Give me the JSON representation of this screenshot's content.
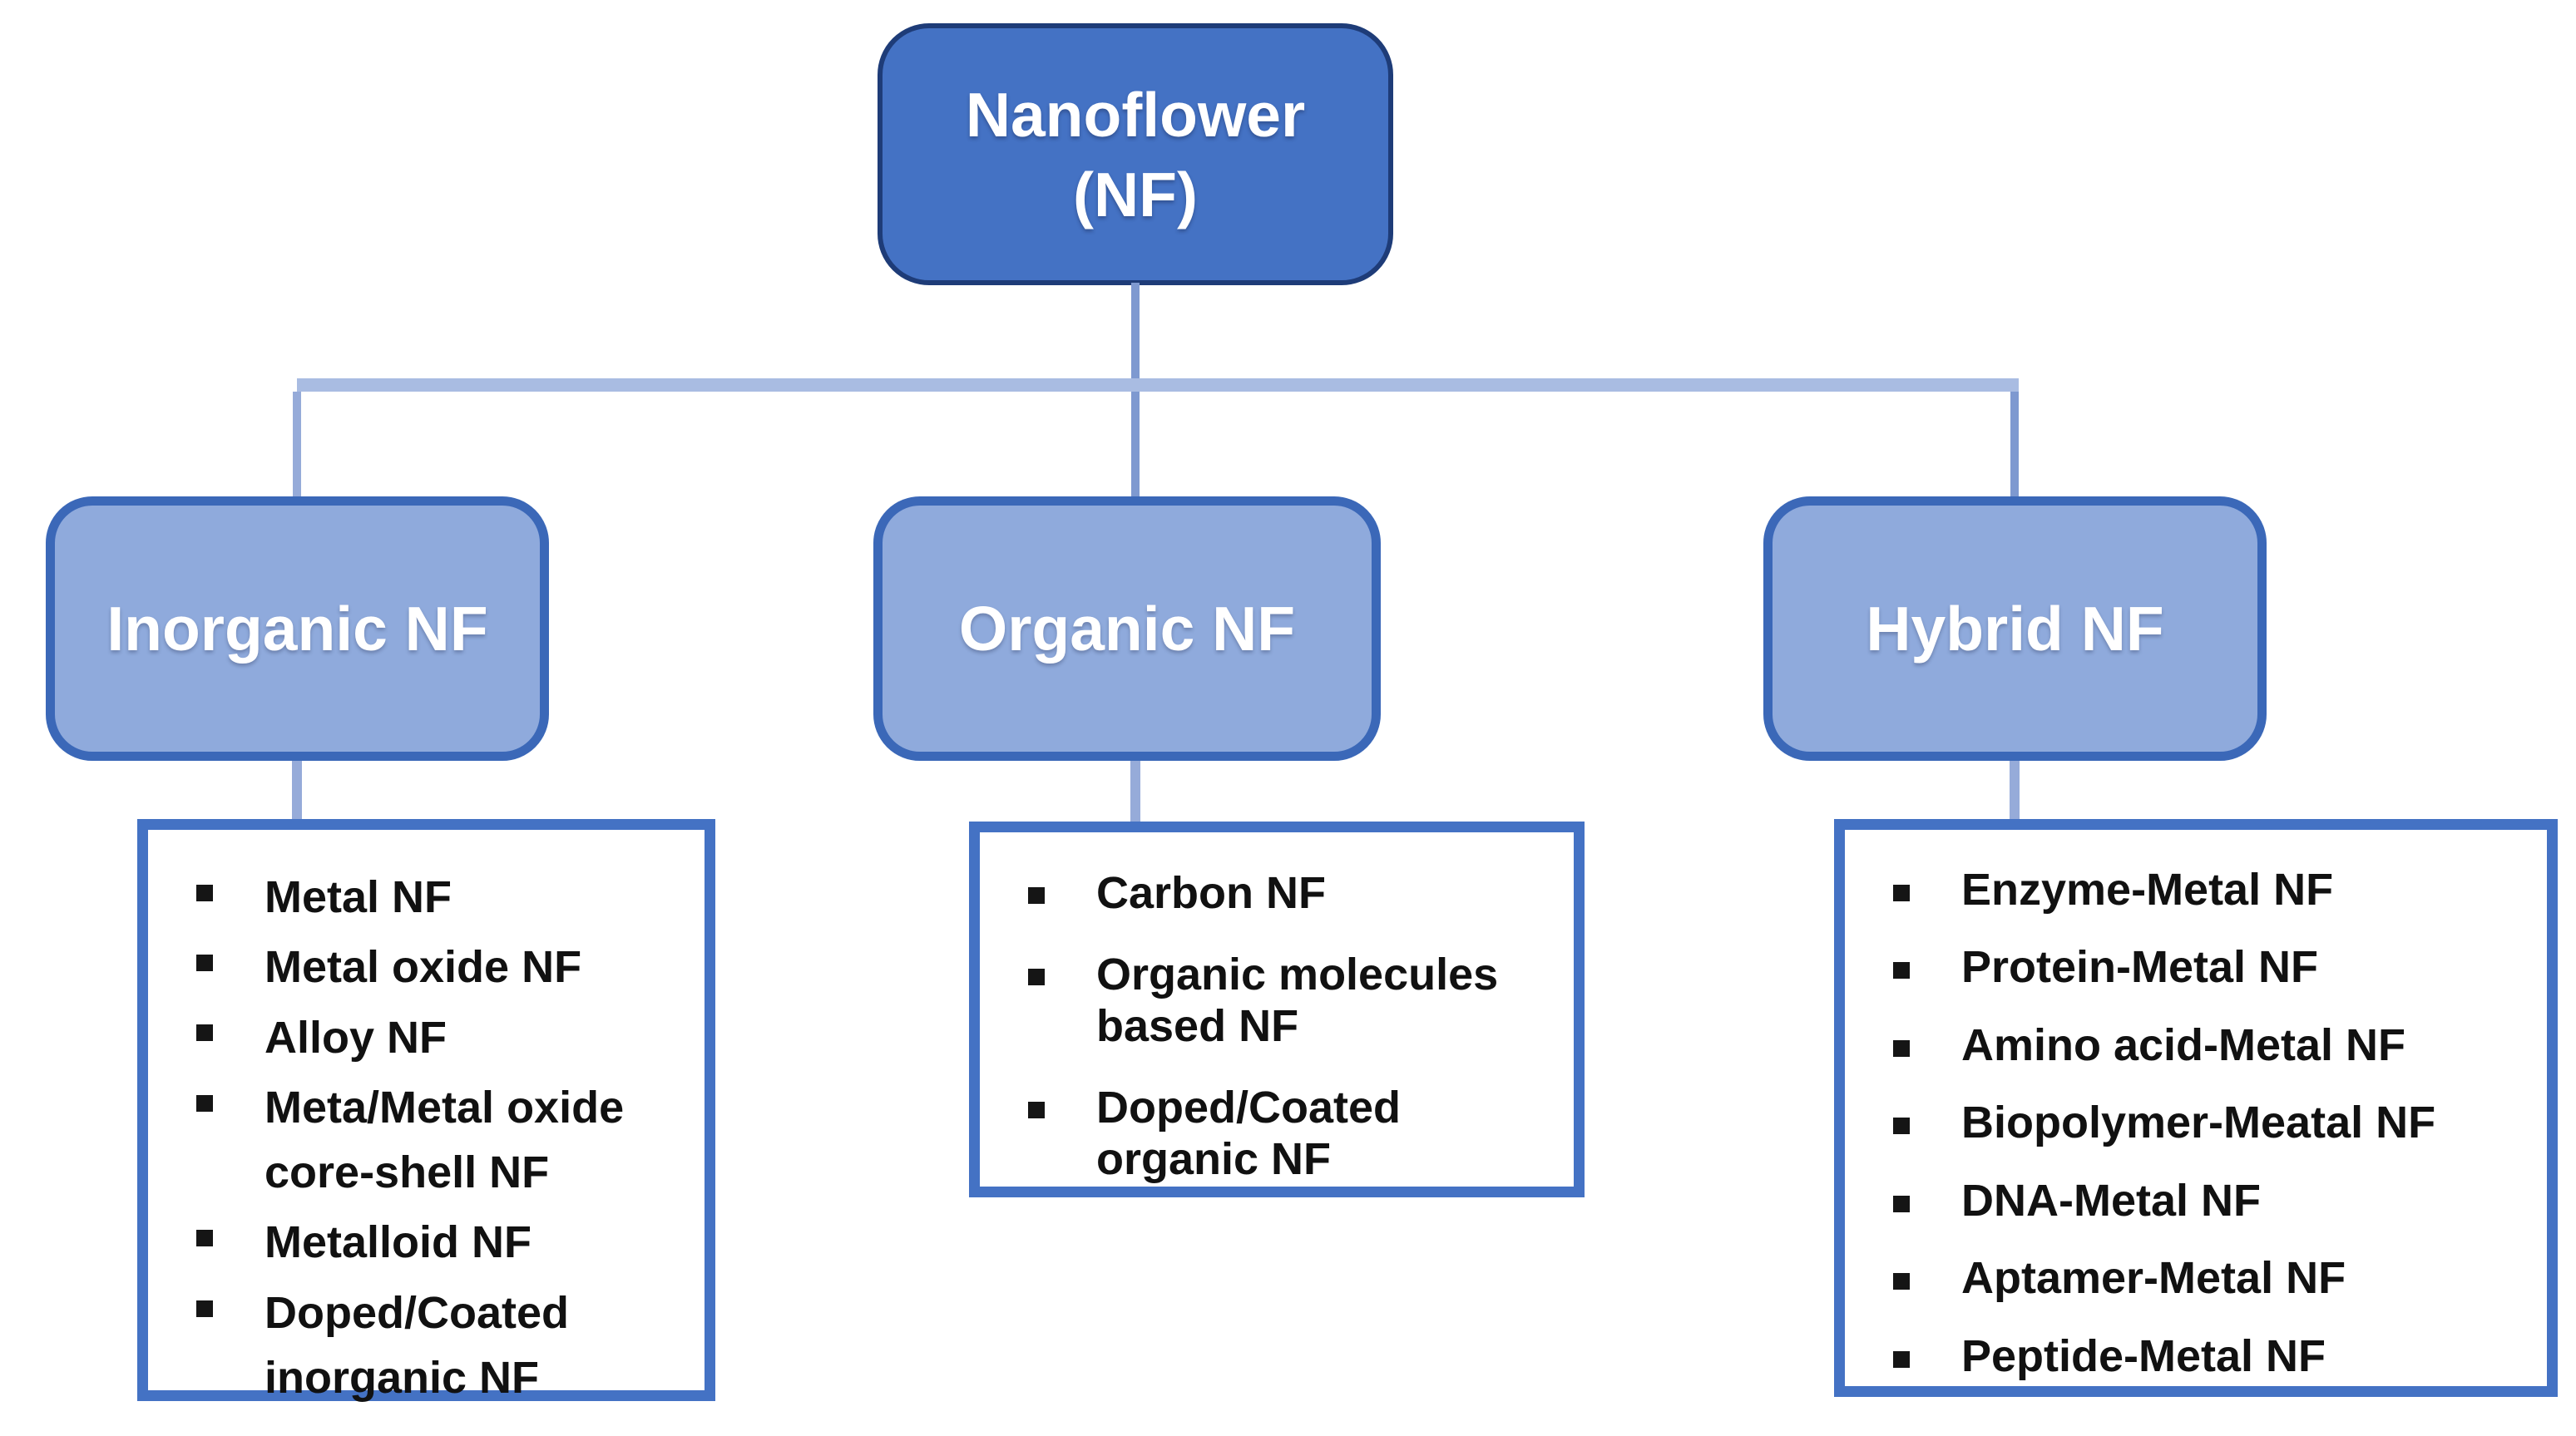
{
  "root": {
    "line1": "Nanoflower",
    "line2": "(NF)"
  },
  "branches": [
    {
      "label": "Inorganic NF",
      "items": [
        "Metal NF",
        "Metal oxide NF",
        "Alloy NF",
        "Meta/Metal oxide\ncore-shell NF",
        "Metalloid NF",
        "Doped/Coated\ninorganic NF"
      ]
    },
    {
      "label": "Organic NF",
      "items": [
        "Carbon NF",
        "Organic molecules\nbased NF",
        "Doped/Coated\norganic NF"
      ]
    },
    {
      "label": "Hybrid NF",
      "items": [
        "Enzyme-Metal NF",
        "Protein-Metal NF",
        "Amino acid-Metal NF",
        "Biopolymer-Meatal NF",
        "DNA-Metal NF",
        "Aptamer-Metal NF",
        "Peptide-Metal NF"
      ]
    }
  ],
  "colors": {
    "root_fill": "#4472c4",
    "root_border": "#1e3c78",
    "branch_fill": "#8faadc",
    "branch_border": "#3b68b8",
    "list_border": "#4472c4",
    "bar": "#a9bce2",
    "stem_med": "#7e99d0",
    "stem_light": "#96abd9",
    "text_dark": "#111111",
    "text_light": "#ffffff"
  }
}
